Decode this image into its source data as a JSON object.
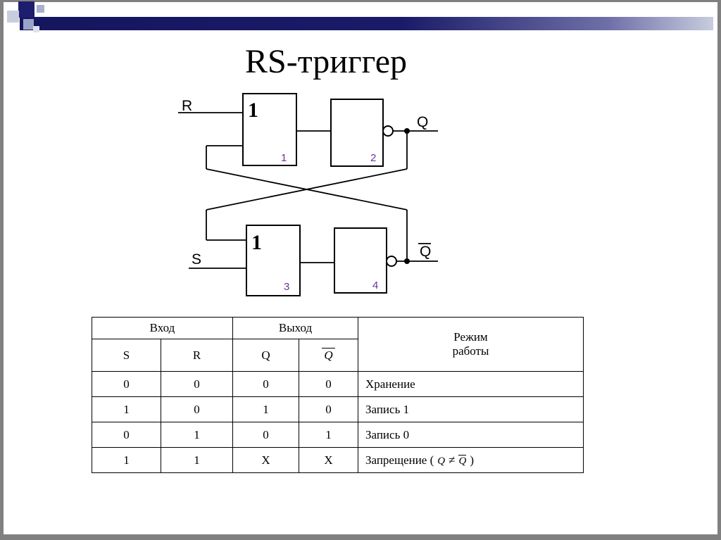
{
  "slide": {
    "title": "RS-триггер"
  },
  "diagram": {
    "labels": {
      "r": "R",
      "s": "S",
      "q": "Q",
      "q_bar": "Q"
    },
    "gate_symbols": {
      "g1": "1",
      "g3": "1"
    },
    "gate_numbers": {
      "g1": "1",
      "g2": "2",
      "g3": "3",
      "g4": "4"
    }
  },
  "table": {
    "headers": {
      "input_group": "Вход",
      "output_group": "Выход",
      "mode_line1": "Режим",
      "mode_line2": "работы",
      "s": "S",
      "r": "R",
      "q": "Q",
      "q_bar": "Q"
    },
    "rows": [
      {
        "s": "0",
        "r": "0",
        "q": "0",
        "q_bar": "0",
        "mode": "Хранение"
      },
      {
        "s": "1",
        "r": "0",
        "q": "1",
        "q_bar": "0",
        "mode": "Запись 1"
      },
      {
        "s": "0",
        "r": "1",
        "q": "0",
        "q_bar": "1",
        "mode": "Запись 0"
      },
      {
        "s": "1",
        "r": "1",
        "q": "X",
        "q_bar": "X",
        "mode_parts": {
          "label": "Запрещение (",
          "q1": "Q",
          "op": "≠",
          "q2": "Q",
          "close": ")"
        }
      }
    ]
  },
  "colors": {
    "accent_bar_dark": "#15155f",
    "accent_bar_light": "#c8ccde",
    "gate_number": "#7030a0",
    "frame": "#808080",
    "ink": "#000000"
  }
}
